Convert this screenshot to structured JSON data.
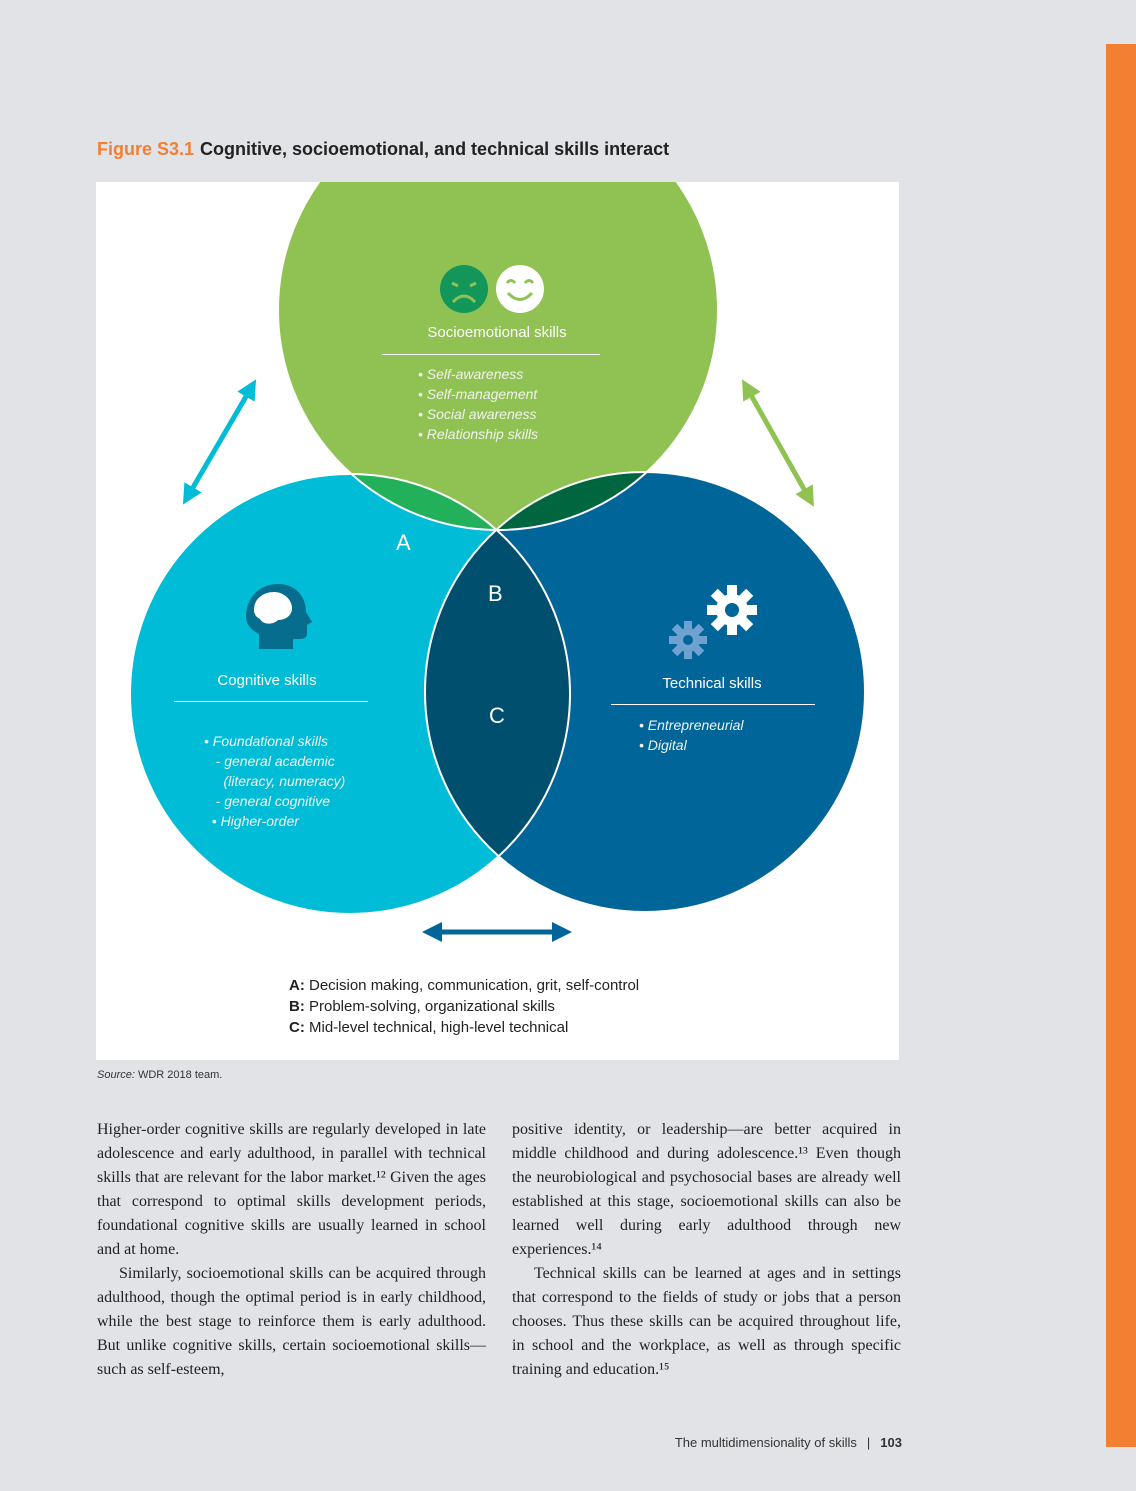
{
  "figure": {
    "label": "Figure S3.1",
    "title": "Cognitive, socioemotional, and technical skills interact",
    "socioemotional": {
      "title": "Socioemotional skills",
      "items": [
        "•  Self-awareness",
        "•  Self-management",
        "•  Social awareness",
        "•  Relationship skills"
      ]
    },
    "cognitive": {
      "title": "Cognitive skills",
      "items": [
        "• Foundational skills",
        "   - general academic",
        "     (literacy, numeracy)",
        "   - general cognitive",
        "  • Higher-order"
      ]
    },
    "technical": {
      "title": "Technical skills",
      "items": [
        "•  Entrepreneurial",
        "•  Digital"
      ]
    },
    "regions": {
      "a": "A",
      "b": "B",
      "c": "C"
    },
    "legend": [
      {
        "key": "A:",
        "text": " Decision making, communication, grit, self-control"
      },
      {
        "key": "B:",
        "text": " Problem-solving, organizational skills"
      },
      {
        "key": "C:",
        "text": " Mid-level technical, high-level technical"
      }
    ],
    "source_label": "Source:",
    "source_text": " WDR 2018 team.",
    "colors": {
      "green": "#8fc253",
      "cyan": "#00bcd6",
      "blue": "#006598",
      "accent": "#f37f33"
    }
  },
  "body": {
    "left": [
      "Higher-order cognitive skills are regularly developed in late adolescence and early adulthood, in parallel with technical skills that are relevant for the labor market.¹² Given the ages that correspond to optimal skills development periods, foundational cognitive skills are usually learned in school and at home.",
      "Similarly, socioemotional skills can be acquired through adulthood, though the optimal period is in early childhood, while the best stage to reinforce them is early adulthood. But unlike cognitive skills, certain socioemotional skills—such as self-esteem,"
    ],
    "right": [
      "positive identity, or leadership—are better acquired in middle childhood and during adolescence.¹³ Even though the neurobiological and psychosocial bases are already well established at this stage, socioemotional skills can also be learned well during early adulthood through new experiences.¹⁴",
      "Technical skills can be learned at ages and in settings that correspond to the fields of study or jobs that a person chooses. Thus these skills can be acquired throughout life, in school and the workplace, as well as through specific training and education.¹⁵"
    ]
  },
  "footer": {
    "section": "The multidimensionality of skills",
    "separator": "|",
    "page": "103"
  }
}
